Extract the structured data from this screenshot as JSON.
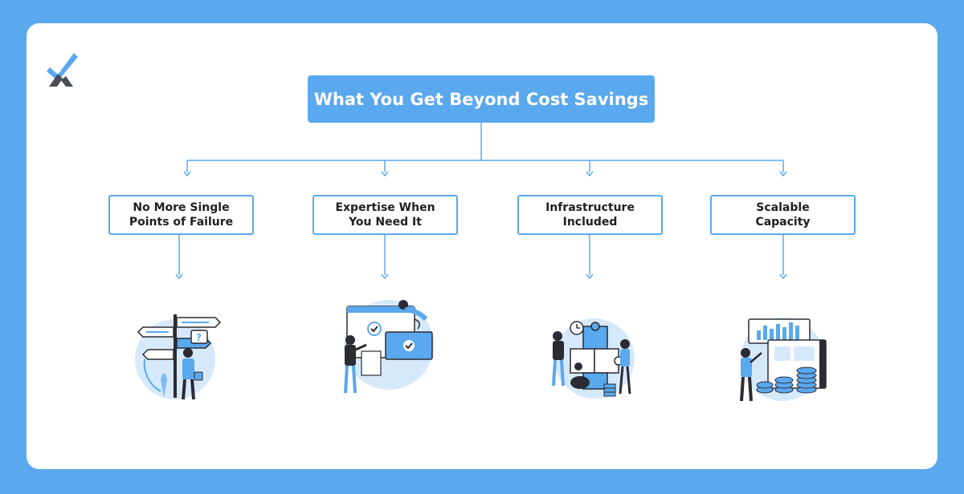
{
  "title": "What You Get Beyond Cost Savings",
  "nodes": [
    {
      "line1": "No More Single",
      "line2": "Points of Failure"
    },
    {
      "line1": "Expertise When",
      "line2": "You Need It"
    },
    {
      "line1": "Infrastructure",
      "line2": "Included"
    },
    {
      "line1": "Scalable",
      "line2": "Capacity"
    }
  ],
  "colors": {
    "background": "#5aa8ee",
    "card": "#ffffff",
    "accent": "#5aa8ee",
    "text": "#1f1f1f",
    "illustration_dark": "#2b2b33",
    "illustration_light": "#d6e9fb"
  },
  "icons": [
    "logo-check-icon",
    "signpost-person-illustration",
    "expert-screens-illustration",
    "puzzle-team-illustration",
    "growth-coins-illustration"
  ]
}
